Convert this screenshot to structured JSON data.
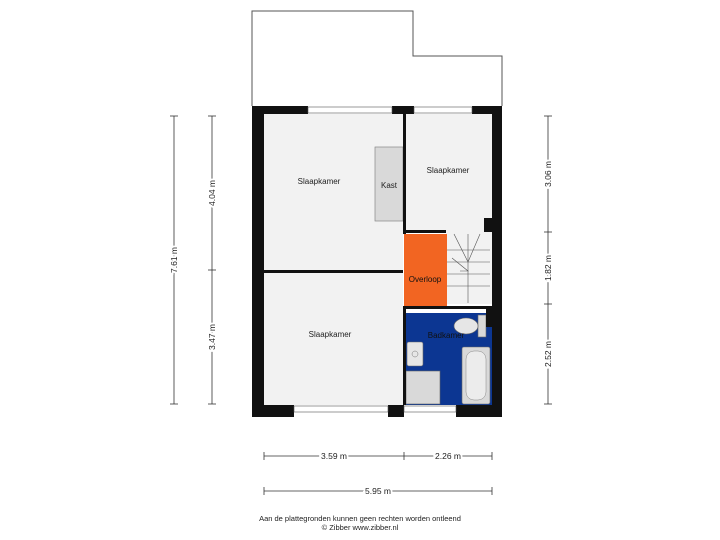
{
  "rooms": {
    "slaapkamer_top_left": "Slaapkamer",
    "slaapkamer_top_right": "Slaapkamer",
    "slaapkamer_bottom": "Slaapkamer",
    "kast": "Kast",
    "overloop": "Overloop",
    "badkamer": "Badkamer"
  },
  "dimensions": {
    "total_height": "7.61 m",
    "left_upper": "4.04 m",
    "left_lower": "3.47 m",
    "right_upper": "3.06 m",
    "right_middle": "1.82 m",
    "right_lower": "2.52 m",
    "bottom_left": "3.59 m",
    "bottom_right": "2.26 m",
    "total_width": "5.95 m"
  },
  "colors": {
    "overloop": "#f26522",
    "badkamer": "#0c3692",
    "wall": "#111111",
    "room_fill": "#f2f2f2",
    "kast_fill": "#d9d9d9"
  },
  "footer": {
    "line1": "Aan de plattegronden kunnen geen rechten worden ontleend",
    "line2": "© Zibber www.zibber.nl"
  }
}
